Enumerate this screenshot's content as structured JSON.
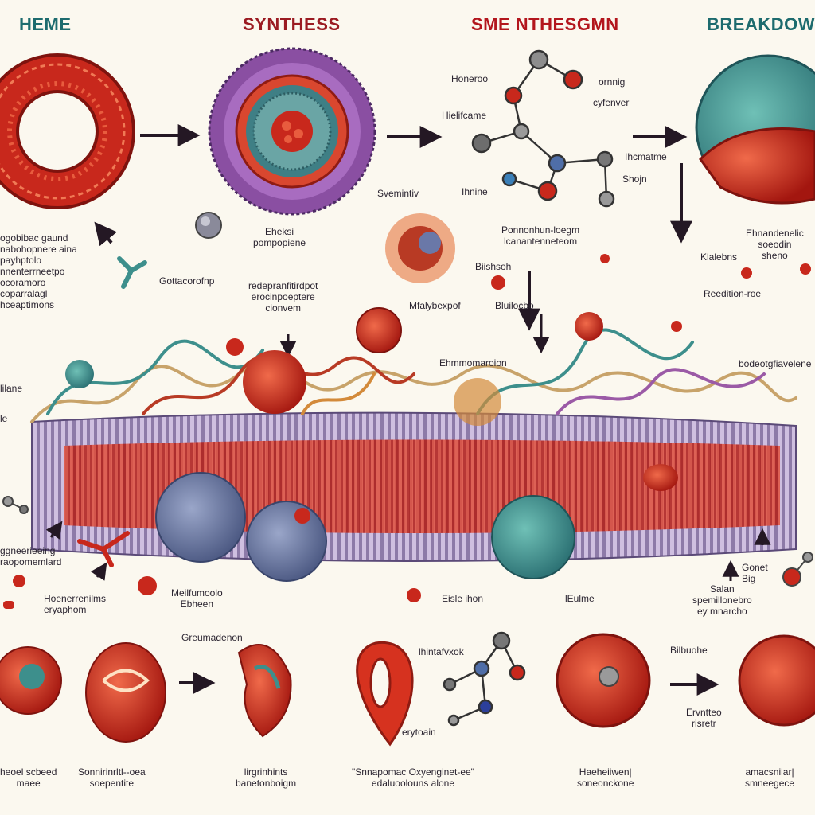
{
  "headings": {
    "heme": {
      "text": "HEME",
      "color": "#1d6b6e"
    },
    "synthess": {
      "text": "SYNTHESS",
      "color": "#9b1b22"
    },
    "sme": {
      "text": "SME NTHESGMN",
      "color": "#b3161d"
    },
    "breakdown": {
      "text": "BREAKDOW",
      "color": "#1d6b6e"
    }
  },
  "labels": {
    "l01": "Honeroo",
    "l02": "ornnig",
    "l03": "Hielifcame",
    "l04": "cyfenver",
    "l05": "Ihcmatme",
    "l06": "Shojn",
    "l07": "Ihnine",
    "l08": "Svemintiv",
    "l09": "Eheksi\npompopiene",
    "l10": "Ponnonhun-loegm\nlcanantenneteom",
    "l11": "Biishsoh",
    "l12": "Ehnandenelic\nsoeodin\nsheno",
    "l13": "Klalebns",
    "l14": "Reedition-roe",
    "l15": "ogobibac gaund\nnabohopnere aina\npayhptolo\nnnenterrneetpo\nocoramoro\ncoparralagl\nhceaptimons",
    "l16": "Gottacorofnp",
    "l17": "redepranfitirdpot\nerocinpoeptere\ncionvem",
    "l18": "Mfalybexpof",
    "l19": "Bluilocbo",
    "l20": "Ehmmomaroion",
    "l21": "bodeotgfiavelene",
    "l22": "lilane",
    "l23": "le",
    "l24": "ggneerieeing\nraopomemlard",
    "l25": "Hoenerrenilms\neryaphom",
    "l26": "Meilfumoolo\nEbheen",
    "l27": "Eisle ihon",
    "l28": "lEulme",
    "l29": "Gonet\nBig",
    "l30": "Salan\nspemillonebro\ney mnarcho",
    "l31": "Greumadenon",
    "l32": "lhintafvxok",
    "l33": "erytoain",
    "l34": "Bilbuohe",
    "l35": "Ervntteo\nrisretr",
    "l36": "heoel scbeed\nmaee",
    "l37": "Sonnirinrltl--oea\nsoepentite",
    "l38": "lirgrinhints\nbanetonboigm",
    "l39": "\"Snnapomac Oxyenginet-ee\"\nedaluoolouns alone",
    "l40": "Haeheiiwen|\nsoneonckone",
    "l41": "amacsnilar|\nsmneegece"
  },
  "colors": {
    "red": "#c8281c",
    "deep_red": "#9e1a16",
    "teal": "#3d8f8c",
    "purple": "#7c4f98",
    "blue": "#5f74a3",
    "arrow": "#241824",
    "membrane": "#8d7aa8"
  }
}
